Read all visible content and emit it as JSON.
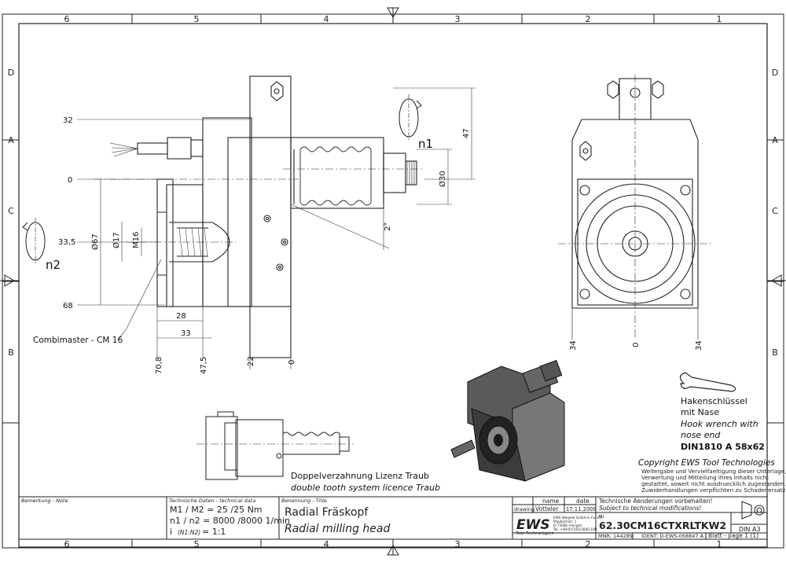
{
  "frame": {
    "cols_top": [
      "6",
      "5",
      "4",
      "3",
      "2",
      "1"
    ],
    "cols_bottom": [
      "6",
      "5",
      "4",
      "3",
      "2",
      "1"
    ],
    "rows_left": [
      "D",
      "C",
      "B",
      "A"
    ],
    "rows_right": [
      "D",
      "C",
      "B",
      "A"
    ]
  },
  "dims": {
    "d32": "32",
    "d0": "0",
    "d33_5": "33,5",
    "d68": "68",
    "d67": "Ø67",
    "d17": "Ø17",
    "m16": "M16",
    "d28": "28",
    "d33": "33",
    "d70_8": "70,8",
    "d47_5": "47,5",
    "d22": "22",
    "d0b": "0",
    "d47": "47",
    "d30": "Ø30",
    "ang2": "2°",
    "r34a": "34",
    "r0": "0",
    "r34b": "34"
  },
  "labels": {
    "n1": "n1",
    "n2": "n2",
    "combimaster": "Combimaster - CM 16",
    "hook_de1": "Hakenschlüssel",
    "hook_de2": "mit Nase",
    "hook_en1": "Hook wrench with",
    "hook_en2": "nose end",
    "din_wrench": "DIN1810 A 58x62",
    "double_de": "Doppelverzahnung Lizenz Traub",
    "double_en": "double tooth system licence Traub",
    "copyright": "Copyright EWS Tool Technologies",
    "copy1": "Weitergabe und Vervielfaeltigung dieser Unterlage,",
    "copy2": "Verwertung und Mitteilung ihres Inhalts nicht",
    "copy3": "gestattet, soweit nicht ausdruecklich zugestanden.",
    "copy4": "Zuwiderhandlungen verpflichten zu Schadenersatz."
  },
  "title_block": {
    "remark_label": "Bemerkung - Note",
    "tech_label": "Technische Daten - technical data",
    "tech1": "M1 / M2 = 25 /25 Nm",
    "tech2": "n1 / n2 = 8000 /8000  1/min",
    "tech3a": "i",
    "tech3b": "(N1:N2)",
    "tech3c": "= 1:1",
    "title_label": "Benennung - Title",
    "title_de": "Radial Fräskopf",
    "title_en": "Radial milling head",
    "col_name": "name",
    "col_date": "date",
    "row_drawing": "drawing",
    "drawer": "Votteler",
    "draw_date": "17.11.2008",
    "logo": "EWS",
    "logo_sub": "Tool Technologies",
    "addr1": "EWS Weigele GmbH & Co. KG",
    "addr2": "Maybachstr. 1",
    "addr3": "D-73066 Uhingen",
    "addr4": "Tel. +49(0)7161/3040-100",
    "changes_de": "Technische Aenderungen vorbehalten!",
    "changes_en": "Subject to technical modifications!",
    "nr_label": "Nr.",
    "part_no": "62.30CM16CTXRLTKW2",
    "din": "DIN A3",
    "mnr": "MNR: 144289",
    "ident": "IDENT: D-EWS-068847 A",
    "sheet": "Blatt - page 1 (1)"
  }
}
